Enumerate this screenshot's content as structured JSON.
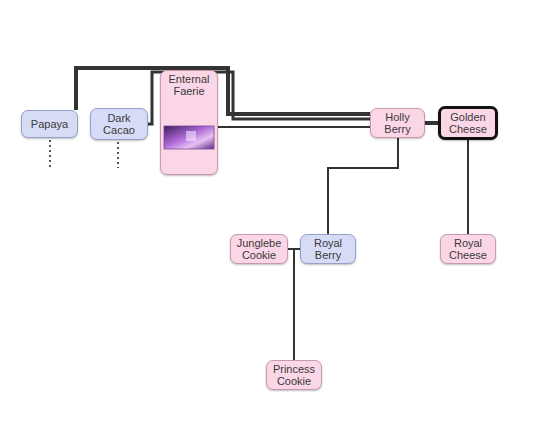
{
  "diagram": {
    "nodes": [
      {
        "text": [
          "Papaya"
        ]
      },
      {
        "text": [
          "Dark Cacao"
        ]
      },
      {
        "text": [
          "Enternal Faerie"
        ]
      },
      {
        "text": [
          "Holly Berry"
        ]
      },
      {
        "text": [
          "Golden Cheese"
        ]
      },
      {
        "text": [
          "Junglebe Cookie"
        ]
      },
      {
        "text": [
          "Royal Berry"
        ]
      },
      {
        "text": [
          "Royal Cheese"
        ]
      },
      {
        "text": [
          "Princess Cookie"
        ]
      }
    ],
    "edges": [
      {
        "from": 0,
        "to": 3,
        "arrow": "none"
      },
      {
        "from": 1,
        "to": 3,
        "arrow": "none"
      },
      {
        "from": 2,
        "to": 3,
        "arrow": "none"
      },
      {
        "from": 3,
        "to": 4,
        "arrow": "none"
      },
      {
        "from": 3,
        "to": 6,
        "arrow": "none"
      },
      {
        "from": 4,
        "to": 7,
        "arrow": "none"
      },
      {
        "from": 5,
        "to": 6,
        "arrow": "none"
      },
      {
        "from": 5,
        "to": 8,
        "arrow": "none"
      },
      {
        "from": 6,
        "to": 8,
        "arrow": "none"
      }
    ]
  }
}
